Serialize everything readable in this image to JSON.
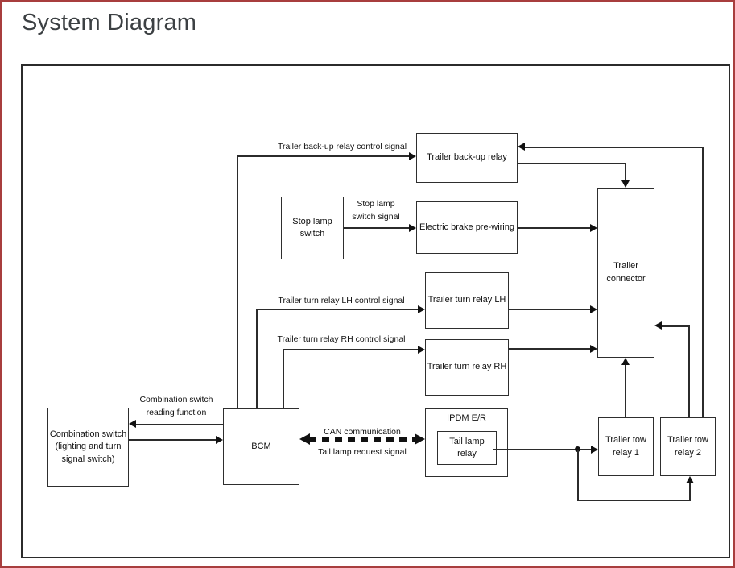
{
  "page": {
    "title": "System Diagram"
  },
  "colors": {
    "page_border_red": "#a83e3e",
    "diagram_line": "#2b2b2b",
    "text": "#111111"
  },
  "diagram": {
    "nodes": {
      "trailer_backup_relay": {
        "label": "Trailer back-up relay"
      },
      "stop_lamp_switch": {
        "label": "Stop lamp\nswitch"
      },
      "electric_brake_prewiring": {
        "label": "Electric brake pre-wiring"
      },
      "trailer_turn_relay_lh": {
        "label": "Trailer turn relay LH"
      },
      "trailer_turn_relay_rh": {
        "label": "Trailer turn relay RH"
      },
      "trailer_connector": {
        "label": "Trailer\nconnector"
      },
      "combination_switch": {
        "label": "Combination switch\n(lighting and turn\nsignal switch)"
      },
      "bcm": {
        "label": "BCM"
      },
      "ipdm_er": {
        "label": "IPDM E/R",
        "tail_lamp_relay": "Tail lamp\nrelay"
      },
      "trailer_tow_relay_1": {
        "label": "Trailer tow\nrelay 1"
      },
      "trailer_tow_relay_2": {
        "label": "Trailer tow\nrelay 2"
      }
    },
    "signals": {
      "trailer_backup_relay_control": "Trailer back-up relay control signal",
      "stop_lamp_switch_signal": "Stop lamp\nswitch signal",
      "trailer_turn_relay_lh_control": "Trailer turn relay LH control signal",
      "trailer_turn_relay_rh_control": "Trailer turn relay RH control signal",
      "combination_switch_reading": "Combination switch\nreading function",
      "can_communication": "CAN communication",
      "tail_lamp_request": "Tail lamp request signal"
    }
  }
}
